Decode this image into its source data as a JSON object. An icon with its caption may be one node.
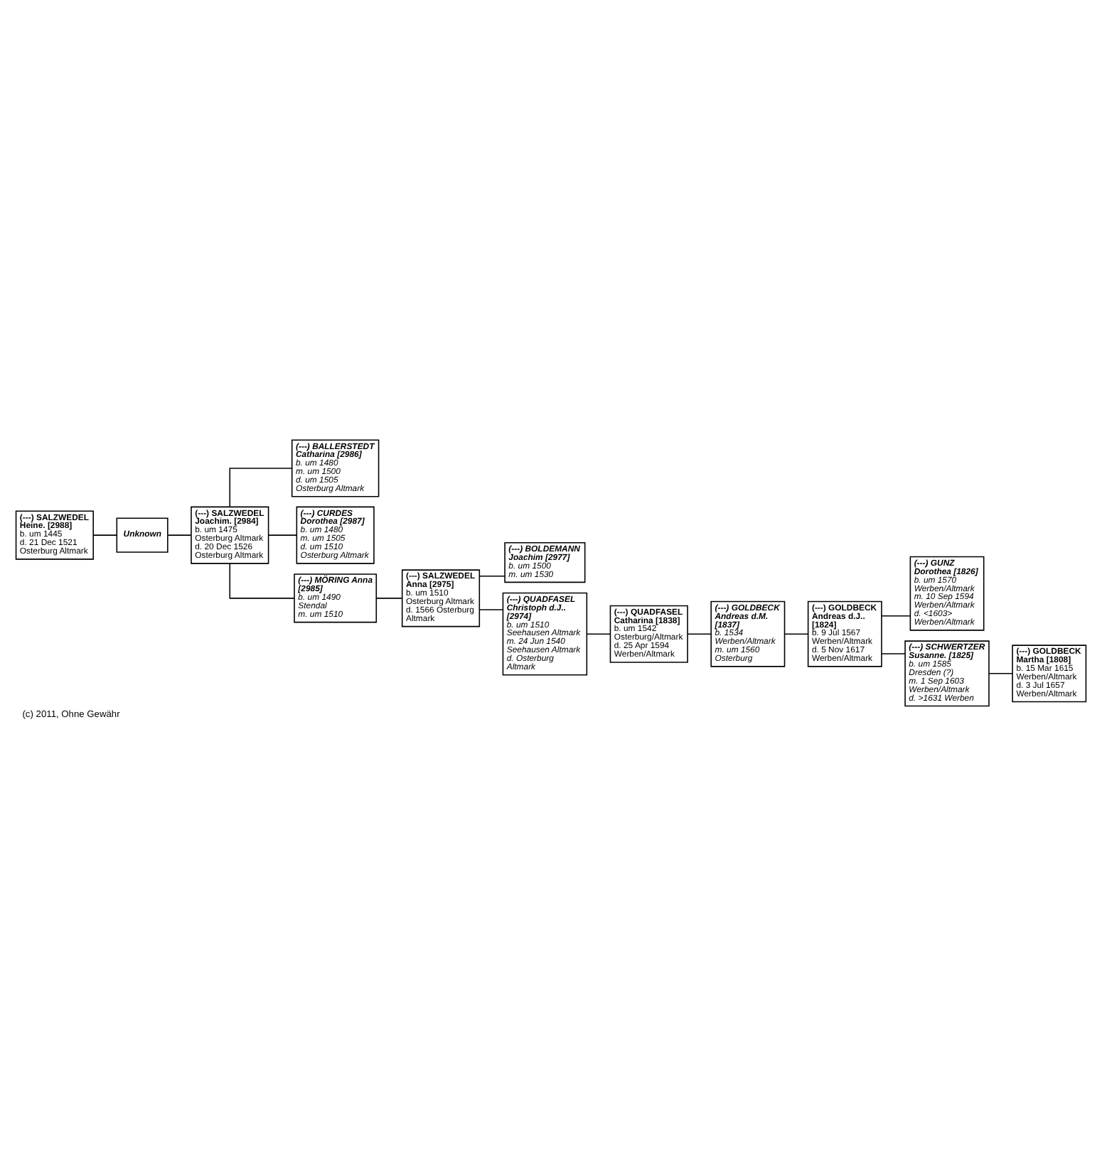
{
  "diagram": {
    "caption": "(c) 2011, Ohne Gewähr",
    "nodes": [
      {
        "text": [
          "(---) SALZWEDEL Heine. [2988]",
          "b. um 1445",
          "d. 21 Dec 1521 Osterburg Altmark"
        ]
      },
      {
        "text": [
          "Unknown"
        ]
      },
      {
        "text": [
          "(---) SALZWEDEL Joachim. [2984]",
          "b. um 1475 Osterburg Altmark",
          "d. 20 Dec 1526 Osterburg Altmark"
        ]
      },
      {
        "text": [
          "(---) BALLERSTEDT Catharina [2986]",
          "b. um 1480",
          "m. um 1500",
          "d. um 1505 Osterburg Altmark"
        ]
      },
      {
        "text": [
          "(---) CURDES Dorothea [2987]",
          "b. um 1480",
          "m. um 1505",
          "d. um 1510 Osterburg Altmark"
        ]
      },
      {
        "text": [
          "(---) MÖRING Anna [2985]",
          "b. um 1490 Stendal",
          "m. um 1510"
        ]
      },
      {
        "text": [
          "(---) SALZWEDEL Anna [2975]",
          "b. um 1510 Osterburg Altmark",
          "d. 1566 Osterburg Altmark"
        ]
      },
      {
        "text": [
          "(---) BOLDEMANN Joachim [2977]",
          "b. um 1500",
          "m. um 1530"
        ]
      },
      {
        "text": [
          "(---) QUADFASEL Christoph d.J.. [2974]",
          "b. um 1510 Seehausen Altmark",
          "m. 24 Jun 1540 Seehausen Altmark",
          "d. Osterburg Altmark"
        ]
      },
      {
        "text": [
          "(---) QUADFASEL Catharina [1838]",
          "b. um 1542 Osterburg/Altmark",
          "d. 25 Apr 1594 Werben/Altmark"
        ]
      },
      {
        "text": [
          "(---) GOLDBECK Andreas d.M. [1837]",
          "b. 1534 Werben/Altmark",
          "m. um 1560 Osterburg"
        ]
      },
      {
        "text": [
          "(---) GOLDBECK Andreas d.J.. [1824]",
          "b. 9 Jul 1567 Werben/Altmark",
          "d. 5 Nov 1617 Werben/Altmark"
        ]
      },
      {
        "text": [
          "(---) GUNZ Dorothea [1826]",
          "b. um 1570 Werben/Altmark",
          "m. 10 Sep 1594 Werben/Altmark",
          "d. <1603> Werben/Altmark"
        ]
      },
      {
        "text": [
          "(---) SCHWERTZER Susanne. [1825]",
          "b. um 1585 Dresden (?)",
          "m. 1 Sep 1603 Werben/Altmark",
          "d. >1631 Werben"
        ]
      },
      {
        "text": [
          "(---) GOLDBECK Martha [1808]",
          "b. 15 Mar 1615 Werben/Altmark",
          "d. 3 Jul 1657 Werben/Altmark"
        ]
      }
    ],
    "edges": [
      {
        "from": 0,
        "to": 1,
        "arrow": "none"
      },
      {
        "from": 1,
        "to": 2,
        "arrow": "none"
      },
      {
        "from": 2,
        "to": 3,
        "arrow": "none"
      },
      {
        "from": 2,
        "to": 4,
        "arrow": "none"
      },
      {
        "from": 2,
        "to": 5,
        "arrow": "none"
      },
      {
        "from": 5,
        "to": 6,
        "arrow": "none"
      },
      {
        "from": 6,
        "to": 7,
        "arrow": "none"
      },
      {
        "from": 6,
        "to": 8,
        "arrow": "none"
      },
      {
        "from": 8,
        "to": 9,
        "arrow": "none"
      },
      {
        "from": 9,
        "to": 10,
        "arrow": "none"
      },
      {
        "from": 10,
        "to": 11,
        "arrow": "none"
      },
      {
        "from": 11,
        "to": 12,
        "arrow": "none"
      },
      {
        "from": 11,
        "to": 13,
        "arrow": "none"
      },
      {
        "from": 13,
        "to": 14,
        "arrow": "none"
      }
    ]
  }
}
